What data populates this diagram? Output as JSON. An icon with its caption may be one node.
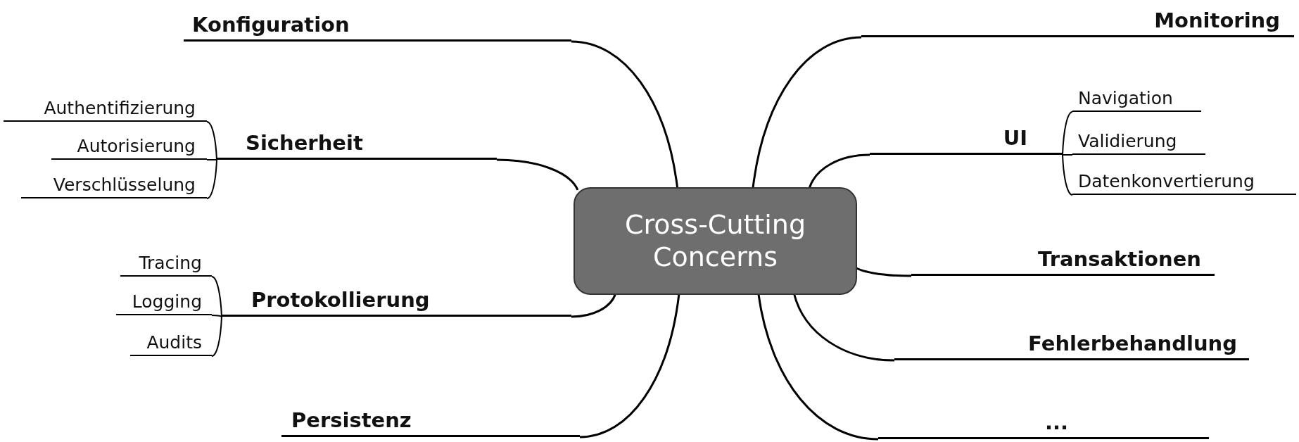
{
  "diagram": {
    "nodes": [
      {
        "text": [
          "Cross-Cutting Concerns"
        ]
      },
      {
        "text": [
          "Konfiguration"
        ]
      },
      {
        "text": [
          "Sicherheit"
        ]
      },
      {
        "text": [
          "Authentifizierung"
        ]
      },
      {
        "text": [
          "Autorisierung"
        ]
      },
      {
        "text": [
          "Verschlüsselung"
        ]
      },
      {
        "text": [
          "Protokollierung"
        ]
      },
      {
        "text": [
          "Tracing"
        ]
      },
      {
        "text": [
          "Logging"
        ]
      },
      {
        "text": [
          "Audits"
        ]
      },
      {
        "text": [
          "Persistenz"
        ]
      },
      {
        "text": [
          "Monitoring"
        ]
      },
      {
        "text": [
          "UI"
        ]
      },
      {
        "text": [
          "Navigation"
        ]
      },
      {
        "text": [
          "Validierung"
        ]
      },
      {
        "text": [
          "Datenkonvertierung"
        ]
      },
      {
        "text": [
          "Transaktionen"
        ]
      },
      {
        "text": [
          "Fehlerbehandlung"
        ]
      },
      {
        "text": [
          "..."
        ]
      }
    ],
    "edges": [
      {
        "from": 0,
        "to": 1,
        "arrow": "none"
      },
      {
        "from": 0,
        "to": 2,
        "arrow": "none"
      },
      {
        "from": 2,
        "to": 3,
        "arrow": "none"
      },
      {
        "from": 2,
        "to": 4,
        "arrow": "none"
      },
      {
        "from": 2,
        "to": 5,
        "arrow": "none"
      },
      {
        "from": 0,
        "to": 6,
        "arrow": "none"
      },
      {
        "from": 6,
        "to": 7,
        "arrow": "none"
      },
      {
        "from": 6,
        "to": 8,
        "arrow": "none"
      },
      {
        "from": 6,
        "to": 9,
        "arrow": "none"
      },
      {
        "from": 0,
        "to": 10,
        "arrow": "none"
      },
      {
        "from": 0,
        "to": 11,
        "arrow": "none"
      },
      {
        "from": 0,
        "to": 12,
        "arrow": "none"
      },
      {
        "from": 12,
        "to": 13,
        "arrow": "none"
      },
      {
        "from": 12,
        "to": 14,
        "arrow": "none"
      },
      {
        "from": 12,
        "to": 15,
        "arrow": "none"
      },
      {
        "from": 0,
        "to": 16,
        "arrow": "none"
      },
      {
        "from": 0,
        "to": 17,
        "arrow": "none"
      },
      {
        "from": 0,
        "to": 18,
        "arrow": "none"
      }
    ]
  }
}
